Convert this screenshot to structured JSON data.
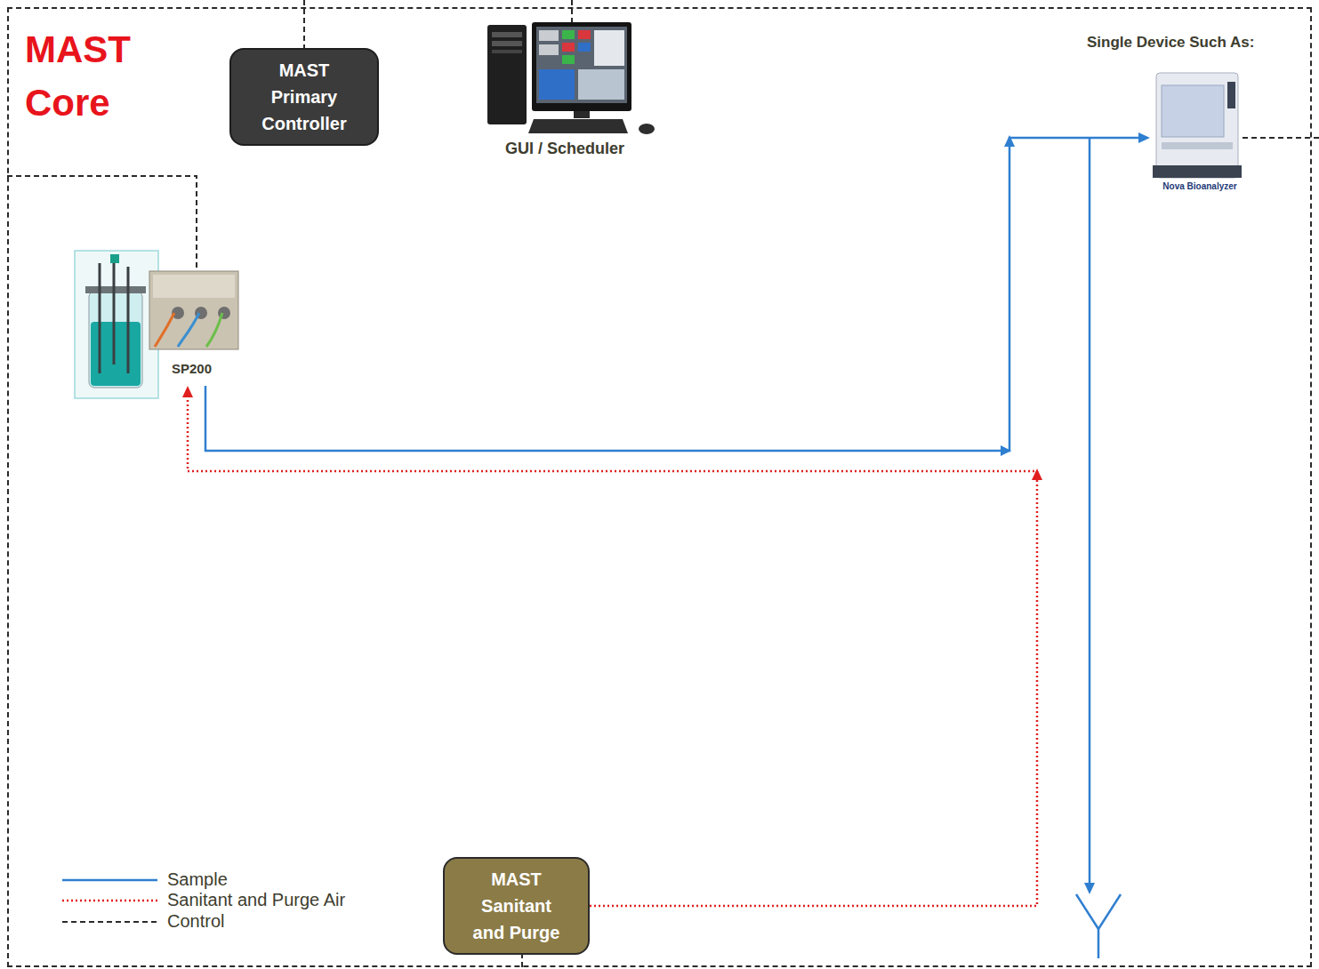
{
  "diagram": {
    "nodes": [
      {
        "text": [
          "MAST Core"
        ]
      },
      {
        "text": [
          "MAST Primary Controller"
        ],
        "in": 0
      },
      {
        "text": [
          "GUI / Scheduler"
        ],
        "in": 0
      },
      {
        "text": [
          "Nova Bioanalyzer"
        ],
        "in": 0
      },
      {
        "text": [
          "SP200"
        ],
        "in": 0
      },
      {
        "text": [
          "MAST Sanitant and Purge"
        ],
        "in": 0
      }
    ],
    "edges": [
      {
        "from": 4,
        "to": 3,
        "arrow": "to"
      },
      {
        "from": 5,
        "to": 4,
        "arrow": "to"
      }
    ],
    "labels": [
      "Single Device Such As:"
    ],
    "legend": [
      {
        "text": "Sample"
      },
      {
        "text": "Sanitant and Purge Air"
      },
      {
        "text": "Control"
      }
    ]
  }
}
